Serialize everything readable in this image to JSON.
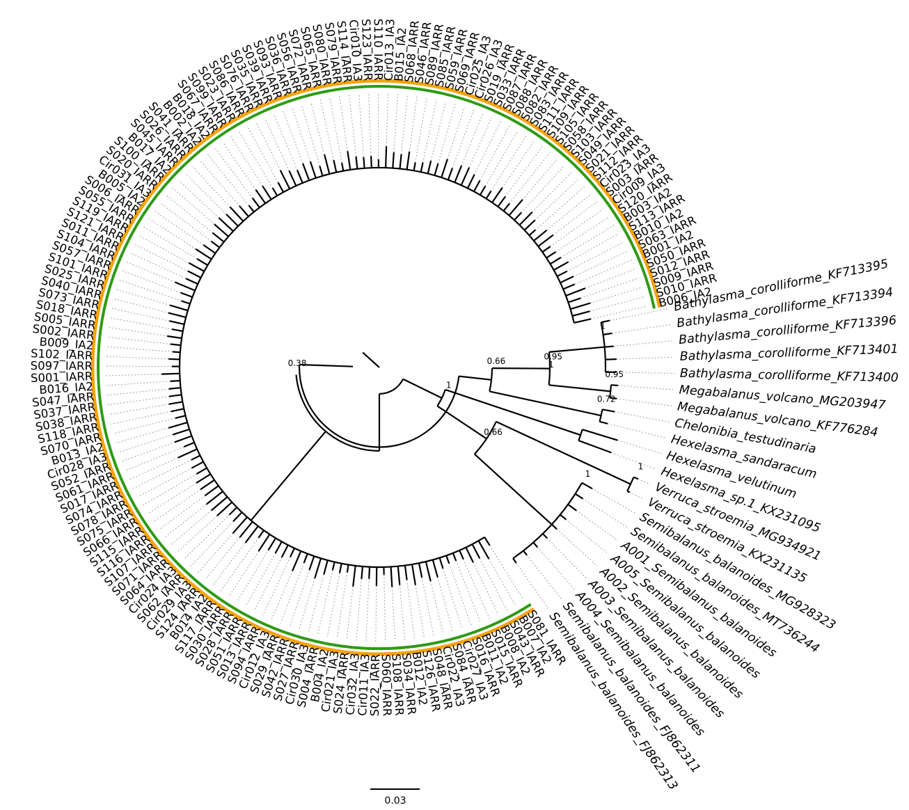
{
  "colors": {
    "inner_ring": "#2e9a14",
    "outer_ring": "#f5a30a",
    "branch": "#000000",
    "leader": "#8a8a8a"
  },
  "scale_bar": {
    "label": "0.03"
  },
  "support_values": [
    "1",
    "0.38",
    "0.66",
    "0.95",
    "1",
    "0.95",
    "0.72",
    "1",
    "0.66",
    "1",
    "1"
  ],
  "outgroup_labels": [
    "Bathylasma_corolliforme_KF713395",
    "Bathylasma_corolliforme_KF713394",
    "Bathylasma_corolliforme_KF713396",
    "Bathylasma_corolliforme_KF713401",
    "Bathylasma_corolliforme_KF713400",
    "Megabalanus_volcano_MG203947",
    "Megabalanus_volcano_KF776284",
    "Chelonibia_testudinaria",
    "Hexelasma_sandaracum",
    "Hexelasma_velutinum",
    "Hexelasma_sp.1_KX231095",
    "Verruca_stroemia_MG934921",
    "Verruca_stroemia_KX231135",
    "Semibalanus_balanoides_MG928323",
    "Semibalanus_balanoides_MT736244",
    "A001_Semibalanus_balanoides",
    "A005_Semibalanus_balanoides",
    "A002_Semibalanus_balanoides",
    "A003_Semibalanus_balanoides",
    "A004_Semibalanus_balanoides",
    "Semibalanus_balanoides_FJ862311",
    "Semibalanus_balanoides_FJ862313"
  ],
  "ingroup_labels": [
    "S081_IARR",
    "B007_IA2",
    "S043_IARR",
    "B008_IA2",
    "S015_IARR",
    "B011_IA2",
    "S016_IARR",
    "Cir027_IA3",
    "S084_IARR",
    "Cir022_IA3",
    "S048_IARR",
    "S126_IARR",
    "B012_IA2",
    "S034_IARR",
    "S108_IARR",
    "S060_IARR",
    "S022_IARR",
    "Cir011_IA3",
    "Cir032_IA3",
    "S024_IARR",
    "Cir021_IA3",
    "B004_IA2",
    "S004_IARR",
    "Cir030_IA3",
    "S027_IARR",
    "S042_IARR",
    "S029_IARR",
    "Cir012_IA3",
    "S094_IARR",
    "S013_IARR",
    "S051_IARR",
    "S028_IARR",
    "S030_IARR",
    "S117_IARR",
    "B014_IA2",
    "S124_IARR",
    "Cir029_IA3",
    "S062_IARR",
    "Cir024_IA3",
    "S064_IARR",
    "S071_IARR",
    "S107_IARR",
    "S116_IARR",
    "S115_IARR",
    "S066_IARR",
    "S075_IARR",
    "S078_IARR",
    "S074_IARR",
    "S017_IARR",
    "S061_IARR",
    "S052_IARR",
    "Cir028_IA3",
    "B013_IA2",
    "S070_IARR",
    "S118_IARR",
    "S038_IARR",
    "S037_IARR",
    "S047_IARR",
    "B016_IA2",
    "S001_IARR",
    "S097_IARR",
    "S102_IARR",
    "B009_IA2",
    "S002_IARR",
    "S005_IARR",
    "S018_IARR",
    "S073_IARR",
    "S040_IARR",
    "S025_IARR",
    "S101_IARR",
    "S057_IARR",
    "S104_IARR",
    "S011_IARR",
    "S121_IARR",
    "S119_IARR",
    "S055_IARR",
    "S006_IARR",
    "B005_IA2",
    "Cir031_IA3",
    "S020_IARR",
    "S100_IARR",
    "B017_IA2",
    "S045_IARR",
    "S026_IARR",
    "S041_IARR",
    "B002_IA2",
    "B018_IA2",
    "S067_IARR",
    "S099_IARR",
    "S023_IARR",
    "S086_IARR",
    "S076_IARR",
    "S035_IARR",
    "S039_IARR",
    "S093_IARR",
    "S036_IARR",
    "S056_IARR",
    "S072_IARR",
    "S065_IARR",
    "S080_IARR",
    "S079_IARR",
    "S114_IARR",
    "Cir010_IA3",
    "S123_IARR",
    "S110_IARR",
    "Cir013_IA3",
    "B015_IA2",
    "S068_IARR",
    "S046_IARR",
    "S089_IARR",
    "S085_IARR",
    "S059_IARR",
    "S069_IARR",
    "Cir025_IA3",
    "Cir026_IA3",
    "S019_IARR",
    "S033_IARR",
    "S087_IARR",
    "S088_IARR",
    "S082_IARR",
    "S083_IARR",
    "S111_IARR",
    "S109_IARR",
    "S105_IARR",
    "S058_IARR",
    "S103_IARR",
    "S049_IARR",
    "S021_IARR",
    "S112_IARR",
    "Cir023_IA3",
    "S003_IARR",
    "Cir009_IA3",
    "S120_IARR",
    "B003_IA2",
    "S113_IARR",
    "B010_IA2",
    "S063_IARR",
    "B001_IA2",
    "S050_IARR",
    "S012_IARR",
    "S009_IARR",
    "S010_IARR",
    "B006_IA2"
  ]
}
